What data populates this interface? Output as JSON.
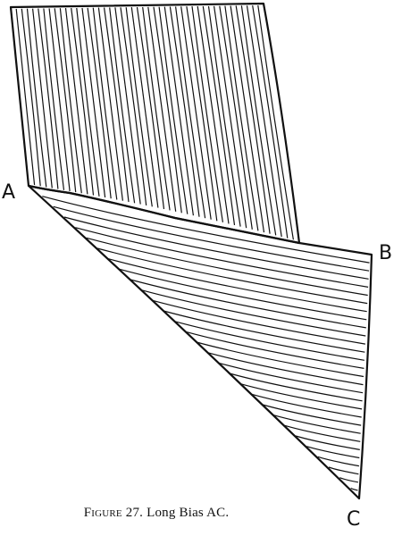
{
  "diagram": {
    "points": {
      "a": "A",
      "b": "B",
      "c": "C"
    },
    "upper_region": "vertical stripes",
    "lower_region": "bias stripes"
  },
  "caption": {
    "figure_word": "Figure 27.",
    "text": "Long Bias AC."
  },
  "colors": {
    "ink": "#111111",
    "paper": "#ffffff"
  }
}
